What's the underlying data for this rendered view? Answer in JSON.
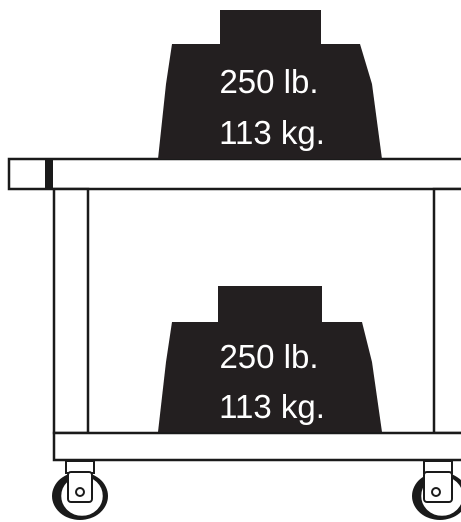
{
  "colors": {
    "background": "#ffffff",
    "outline": "#1a1a1a",
    "weight_fill": "#231f20",
    "label_text": "#ffffff"
  },
  "top_weight": {
    "icon": "weight-icon",
    "pounds": "250 lb.",
    "kilograms": "113 kg."
  },
  "bottom_weight": {
    "icon": "weight-icon",
    "pounds": "250 lb.",
    "kilograms": "113 kg."
  }
}
